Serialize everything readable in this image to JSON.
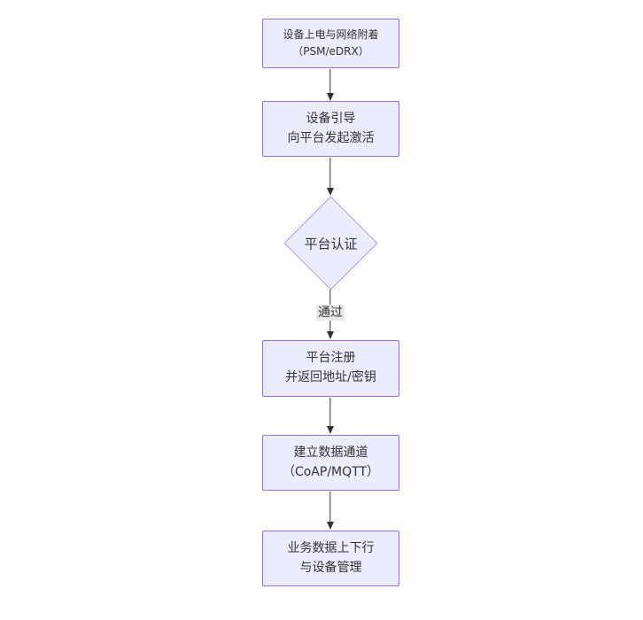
{
  "diagram": {
    "type": "flowchart",
    "direction": "top-down",
    "nodes": {
      "power_attach": {
        "line1": "设备上电与网络附着",
        "line2": "（PSM/eDRX）"
      },
      "bootstrap": {
        "line1": "设备引导",
        "line2": "向平台发起激活"
      },
      "auth": {
        "label": "平台认证",
        "shape": "diamond"
      },
      "register": {
        "line1": "平台注册",
        "line2": "并返回地址/密钥"
      },
      "channel": {
        "line1": "建立数据通道",
        "line2": "（CoAP/MQTT）"
      },
      "business": {
        "line1": "业务数据上下行",
        "line2": "与设备管理"
      }
    },
    "edges": {
      "auth_pass_label": "通过"
    },
    "colors": {
      "node_fill": "#ECECFF",
      "node_border": "#9370DB",
      "arrow": "#333333",
      "edge_label_bg": "#e8e8e8",
      "text": "#333333"
    }
  }
}
